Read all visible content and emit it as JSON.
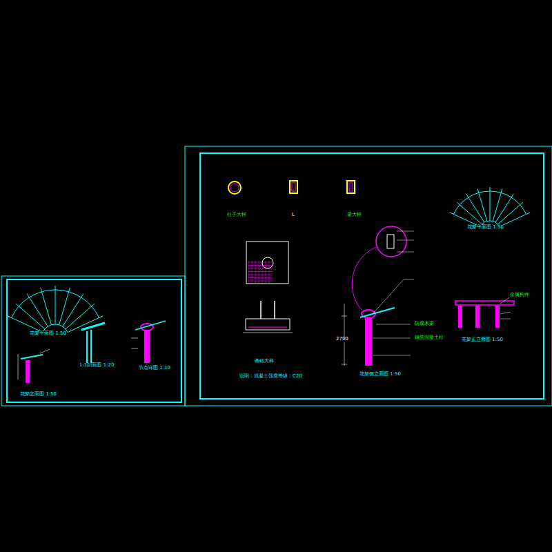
{
  "diagram": {
    "labels": [
      "花架平面图 1:50",
      "花架立面图 1:50",
      "1-1剖面图 1:20",
      "节点详图 1:10",
      "柱子大样",
      "L",
      "梁大样",
      "基础大样",
      "说明：混凝土强度等级：C20",
      "花架侧立面图 1:50",
      "花架平面图 1:50",
      "花架正立面图 1:50",
      "2700",
      "防腐木梁",
      "钢筋混凝土柱",
      "金属构件"
    ]
  }
}
